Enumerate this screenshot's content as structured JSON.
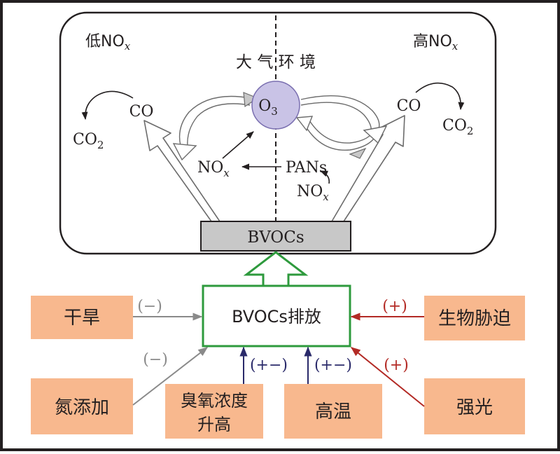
{
  "atmosphere": {
    "title": "大 气 环 境",
    "left_label": {
      "main": "低NO",
      "sub": "x"
    },
    "right_label": {
      "main": "高NO",
      "sub": "x"
    },
    "o3": {
      "main": "O",
      "sub": "3"
    },
    "left_co": "CO",
    "left_co2": {
      "main": "CO",
      "sub": "2"
    },
    "right_co": "CO",
    "right_co2": {
      "main": "CO",
      "sub": "2"
    },
    "left_nox": {
      "main": "NO",
      "sub": "x"
    },
    "pans": "PANs",
    "right_nox": {
      "main": "NO",
      "sub": "x"
    },
    "bvocs": "BVOCs"
  },
  "emission": {
    "label": "BVOCs排放"
  },
  "factors": {
    "drought": {
      "label": "干旱",
      "effect": "(−)"
    },
    "nitrogen": {
      "label": "氮添加",
      "effect": "(−)"
    },
    "ozone": {
      "label_line1": "臭氧浓度",
      "label_line2": "升高",
      "effect": "(+−)"
    },
    "temperature": {
      "label": "高温",
      "effect": "(+−)"
    },
    "stress": {
      "label": "生物胁迫",
      "effect": "(+)"
    },
    "light": {
      "label": "强光",
      "effect": "(+)"
    }
  },
  "colors": {
    "frame": "#231f20",
    "factor_fill": "#f8b88e",
    "emission_border": "#2e9a3d",
    "bvocs_fill": "#c8c8c8",
    "o3_fill": "#c9c3e6",
    "negative_gray": "#8a8a8a",
    "positive_red": "#b32a25",
    "mixed_navy": "#2a2a6a"
  }
}
